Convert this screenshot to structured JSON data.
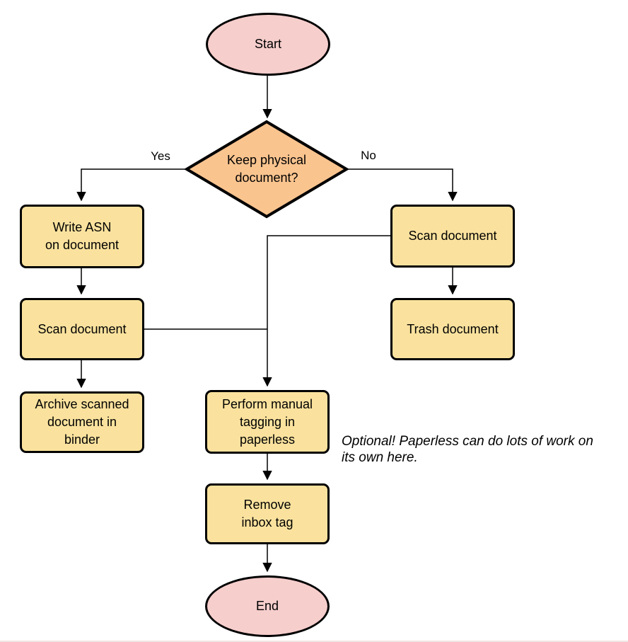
{
  "colors": {
    "page_bg": "#ffffff",
    "terminator_fill": "#f6cecc",
    "decision_fill": "#fac48f",
    "process_fill": "#fae29e",
    "shape_border": "#000000",
    "connector": "#000000",
    "text": "#000000",
    "bottom_line": "#f0e3e3"
  },
  "nodes": {
    "start": {
      "label": "Start",
      "type": "terminator"
    },
    "decision_keep_physical": {
      "label": "Keep physical\ndocument?",
      "type": "decision"
    },
    "write_asn": {
      "label": "Write ASN\non document",
      "type": "process"
    },
    "scan_document_left": {
      "label": "Scan document",
      "type": "process"
    },
    "archive_binder": {
      "label": "Archive scanned\ndocument in\nbinder",
      "type": "process"
    },
    "scan_document_right": {
      "label": "Scan document",
      "type": "process"
    },
    "trash_document": {
      "label": "Trash document",
      "type": "process"
    },
    "manual_tagging": {
      "label": "Perform manual\ntagging in\npaperless",
      "type": "process"
    },
    "remove_inbox_tag": {
      "label": "Remove\ninbox tag",
      "type": "process"
    },
    "end": {
      "label": "End",
      "type": "terminator"
    }
  },
  "edge_labels": {
    "yes": "Yes",
    "no": "No"
  },
  "annotation": {
    "text": "Optional! Paperless can do lots of work on\nits own here."
  }
}
